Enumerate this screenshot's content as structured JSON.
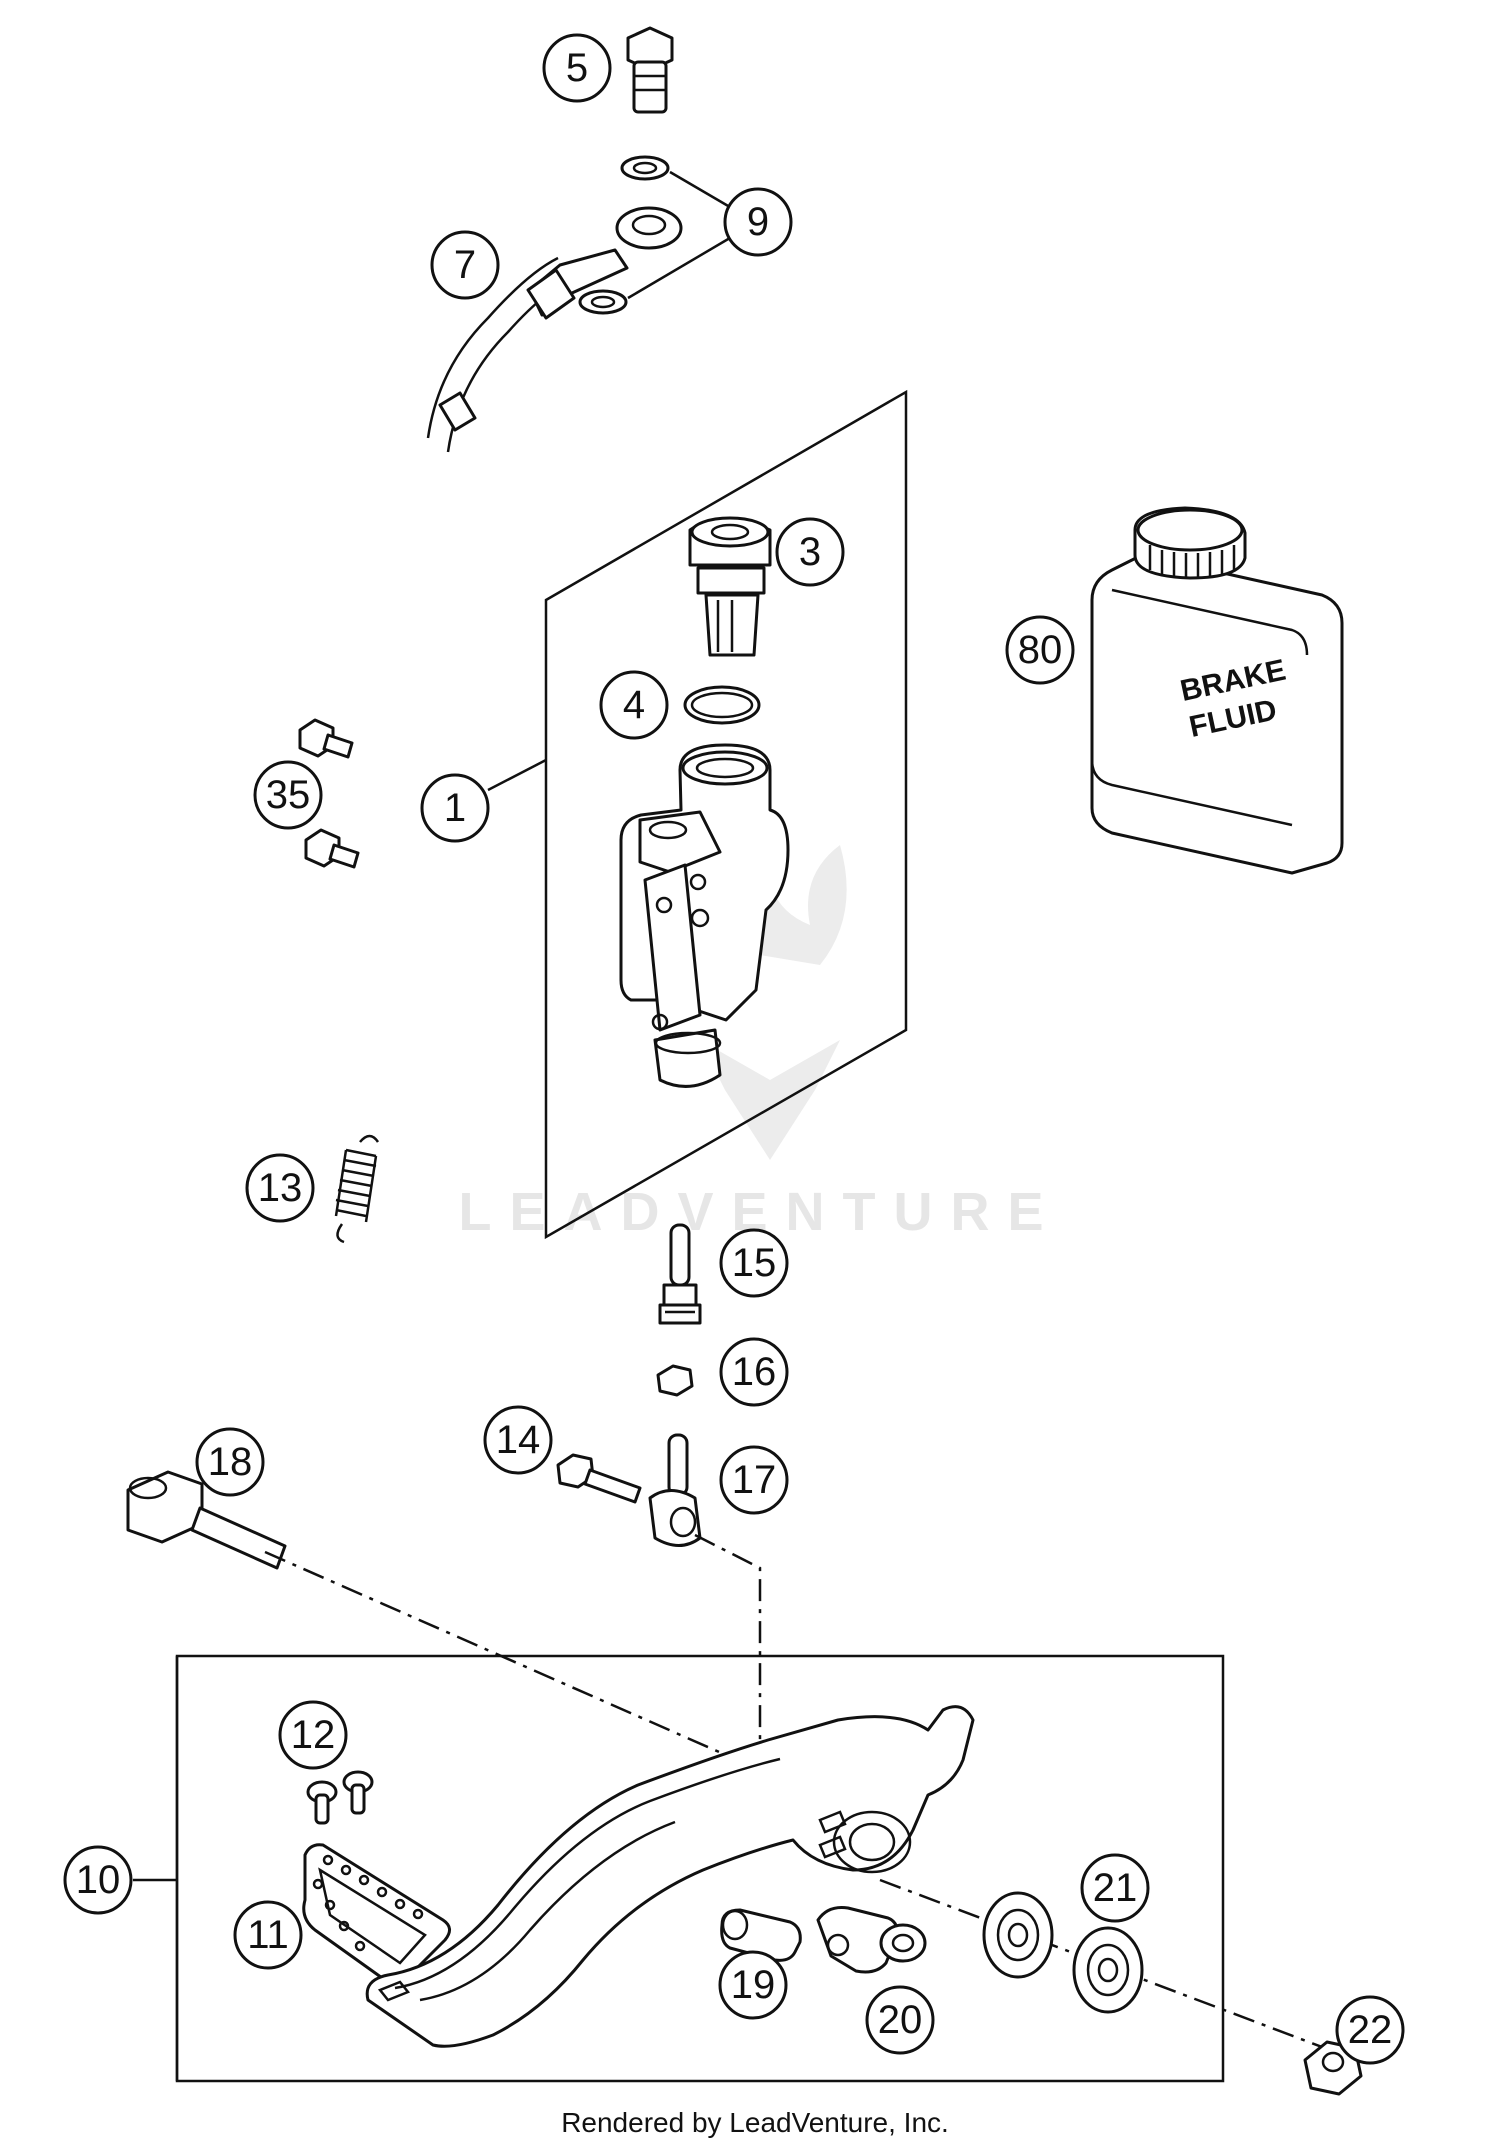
{
  "callouts": [
    "1",
    "3",
    "4",
    "5",
    "7",
    "9",
    "10",
    "11",
    "12",
    "13",
    "14",
    "15",
    "16",
    "17",
    "18",
    "19",
    "20",
    "21",
    "22",
    "35",
    "80"
  ],
  "brake_fluid_label": [
    "BRAKE",
    "FLUID"
  ],
  "watermark": "LEADVENTURE",
  "footer": "Rendered by LeadVenture, Inc.",
  "colors": {
    "ink": "#111111",
    "watermark": "#e6e6e6",
    "background": "#ffffff"
  }
}
